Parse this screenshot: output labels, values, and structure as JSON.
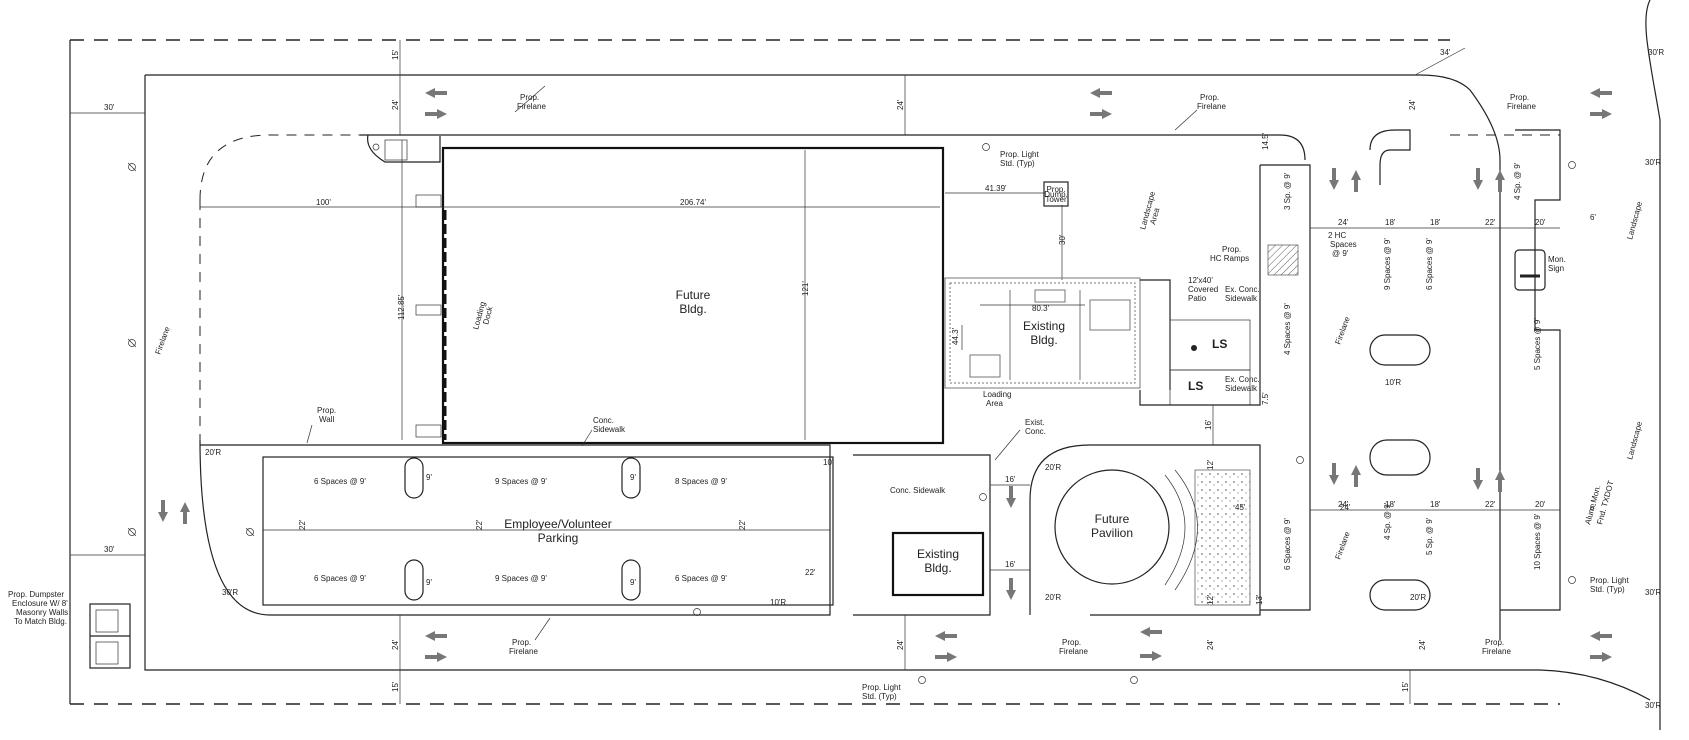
{
  "buildings": {
    "future_bldg": [
      "Future",
      "Bldg."
    ],
    "existing_bldg_1": [
      "Existing",
      "Bldg."
    ],
    "existing_bldg_2": [
      "Existing",
      "Bldg."
    ],
    "future_pavilion": [
      "Future",
      "Pavilion"
    ],
    "ls_1": "LS",
    "ls_2": "LS"
  },
  "parking": {
    "title": [
      "Employee/Volunteer",
      "Parking"
    ],
    "labels": [
      "6 Spaces @ 9'",
      "9 Spaces @ 9'",
      "8 Spaces @ 9'",
      "6 Spaces @ 9'",
      "9 Spaces @ 9'",
      "6 Spaces @ 9'"
    ],
    "east_labels": [
      "9 Spaces @ 9'",
      "6 Spaces @ 9'",
      "4 Spaces @ 9'",
      "5 Spaces @ 9'",
      "6 Spaces @ 9'",
      "10 Spaces @ 9'",
      "4 Sp. @ 9'",
      "3 Sp. @ 9'",
      "4 Sp. @ 9'",
      "5 Sp. @ 9'"
    ]
  },
  "callouts": {
    "prop_firelane": [
      "Prop.",
      "Firelane"
    ],
    "prop_light": [
      "Prop. Light",
      "Std. (Typ)"
    ],
    "landscape": [
      "Landscape",
      "Area"
    ],
    "loading_dock": [
      "Loading",
      "Dock"
    ],
    "loading_area": [
      "Loading",
      "Area"
    ],
    "prop_wall": [
      "Prop.",
      "Wall"
    ],
    "conc_sidewalk": [
      "Conc.",
      "Sidewalk"
    ],
    "conc_sidewalk_single": "Conc. Sidewalk",
    "exist_conc": [
      "Exist.",
      "Conc."
    ],
    "ex_conc_sidewalk": [
      "Ex. Conc.",
      "Sidewalk"
    ],
    "covered_patio": [
      "12'x40'",
      "Covered",
      "Patio"
    ],
    "hc_ramps": [
      "Prop.",
      "HC Ramps"
    ],
    "hc_spaces": [
      "2 HC",
      "Spaces",
      "@ 9'"
    ],
    "mon_sign": [
      "Mon.",
      "Sign"
    ],
    "alum_mon": [
      "Alum. Mon.",
      "Fnd. TXDOT"
    ],
    "dumpster": [
      "Prop. Dumpster",
      "Enclosure W/ 8'",
      "Masonry Walls",
      "To Match Bldg."
    ],
    "prop_dump_tower": [
      "Prop.",
      "Dump.",
      "Tower"
    ]
  },
  "dimensions": {
    "d30_a": "30'",
    "d30_b": "30'",
    "d15_a": "15'",
    "d15_b": "15'",
    "d15_c": "15'",
    "d24_a": "24'",
    "d24_b": "24'",
    "d24_c": "24'",
    "d24_d": "24'",
    "d24_e": "24'",
    "d24_f": "24'",
    "d34": "34'",
    "d100": "100'",
    "d206": "206.74'",
    "d41": "41.39'",
    "d30_c": "30'",
    "d112": "112.85'",
    "d121": "121'",
    "d80": "80.3'",
    "d44": "44.3'",
    "d16_a": "16'",
    "d16_b": "16'",
    "d16_c": "16'",
    "d12_a": "12'",
    "d12_b": "12'",
    "d22_a": "22'",
    "d22_b": "22'",
    "d22_c": "22'",
    "d18": "18'",
    "d20": "20'",
    "d9": "9'",
    "d6": "6'",
    "d10": "10'",
    "d13": "13'",
    "d14": "14.5'",
    "d7": "7.5'",
    "r30": "30'R",
    "r20": "20'R",
    "r10": "10'R",
    "r45": "45'"
  },
  "colors": {
    "line": "#222222",
    "arrow": "#777777",
    "background": "#ffffff"
  }
}
